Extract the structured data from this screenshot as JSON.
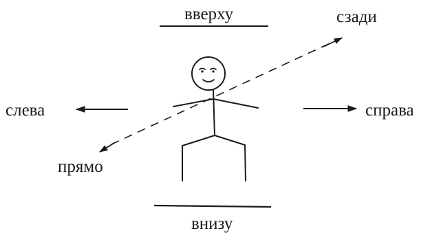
{
  "labels": {
    "top": "вверху",
    "bottom": "внизу",
    "left": "слева",
    "right": "справа",
    "behind": "сзади",
    "front": "прямо"
  },
  "colors": {
    "ink": "#1a1a1a",
    "background": "#ffffff"
  }
}
